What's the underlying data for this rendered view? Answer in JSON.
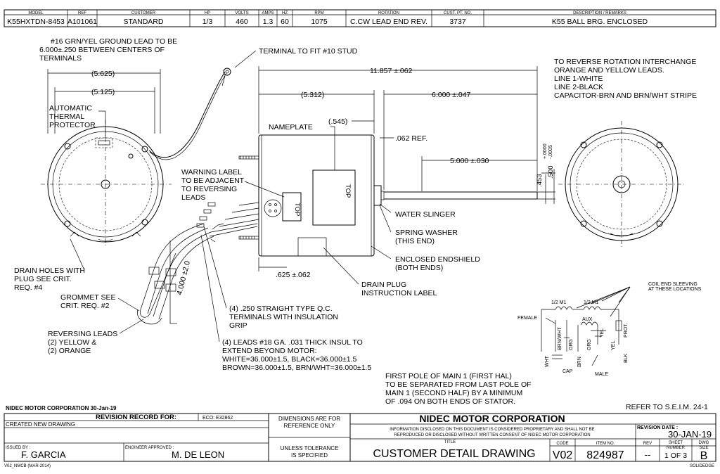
{
  "header": {
    "labels": [
      "MODEL",
      "REF",
      "CUSTOMER",
      "HP",
      "VOLTS",
      "AMPS",
      "HZ",
      "RPM",
      "ROTATION",
      "CUST. PT. NO.",
      "DESCRIPTION / REMARKS"
    ],
    "values": [
      "K55HXTDN-8453",
      "A101061",
      "STANDARD",
      "1/3",
      "460",
      "1.3",
      "60",
      "1075",
      "C.CW LEAD END REV.",
      "3737",
      "K55 BALL BRG. ENCLOSED"
    ]
  },
  "notes": {
    "ground_lead": [
      "#16 GRN/YEL GROUND LEAD TO BE",
      "6.000±.250 BETWEEN CENTERS OF",
      "TERMINALS"
    ],
    "terminal": "TERMINAL TO FIT #10 STUD",
    "reverse": [
      "TO REVERSE ROTATION INTERCHANGE",
      "ORANGE AND YELLOW LEADS.",
      "LINE 1-WHITE",
      "LINE 2-BLACK",
      "CAPACITOR-BRN AND BRN/WHT STRIPE"
    ],
    "thermal": [
      "AUTOMATIC",
      "THERMAL",
      "PROTECTOR"
    ],
    "nameplate": "NAMEPLATE",
    "warning": [
      "WARNING LABEL",
      "TO BE ADJACENT",
      "TO REVERSING",
      "LEADS"
    ],
    "water_slinger": "WATER SLINGER",
    "spring_washer": [
      "SPRING WASHER",
      "(THIS END)"
    ],
    "endshield": [
      "ENCLOSED ENDSHIELD",
      "(BOTH ENDS)"
    ],
    "drain_plug": [
      "DRAIN PLUG",
      "INSTRUCTION LABEL"
    ],
    "drain_holes": [
      "DRAIN HOLES WITH",
      "PLUG SEE CRIT.",
      "REQ. #4"
    ],
    "grommet": [
      "GROMMET SEE",
      "CRIT. REQ. #2"
    ],
    "reversing": [
      "REVERSING LEADS",
      "(2) YELLOW &",
      "(2) ORANGE"
    ],
    "qc": [
      "(4) .250 STRAIGHT TYPE Q.C.",
      "TERMINALS WITH INSULATION",
      "GRIP"
    ],
    "leads": [
      "(4) LEADS #18 GA. .031 THICK INSUL TO",
      "EXTEND BEYOND MOTOR:",
      "WHITE=36.000±1.5, BLACK=36.000±1.5",
      "BROWN=36.000±1.5, BRN/WHT=36.000±1.5"
    ],
    "first_pole": [
      "FIRST POLE OF MAIN 1 (FIRST HAL)",
      "TO BE SEPARATED FROM LAST POLE OF",
      "MAIN 1 (SECOND HALF) BY A MINIMUM",
      "OF .094 ON BOTH ENDS OF STATOR."
    ],
    "seim": "REFER TO S.E.I.M. 24-1",
    "top": "TOP"
  },
  "dims": {
    "d5625": "(5.625)",
    "d5125": "(5.125)",
    "d11857": "11.857 ±.062",
    "d5312": "(5.312)",
    "d6000": "6.000 ±.047",
    "d545": "(.545)",
    "d062": ".062 REF.",
    "d5000": "5.000 ±.030",
    "d453": ".453",
    "d500": ".500",
    "d500tol_a": "+.0000",
    "d500tol_b": "-.0005",
    "d625": ".625 ±.062",
    "d4000": "4.000 ±2.0"
  },
  "wiring": {
    "coil": [
      "COIL END SLEEVING",
      "AT THESE LOCATIONS"
    ],
    "female": "FEMALE",
    "main1": "1/2 M1",
    "main2": "1/2 M1",
    "aux": "AUX",
    "prot": "PROT.",
    "wht": "WHT",
    "brnwht": "BRN/WHT",
    "org": "ORG",
    "brn": "BRN",
    "org2": "ORG",
    "yel": "YEL",
    "yel2": "YEL.",
    "blk": "BLK",
    "cap": "CAP",
    "male": "MALE"
  },
  "title_block": {
    "company_date": "NIDEC MOTOR CORPORATION 30-Jan-19",
    "revision_record": "REVISION RECORD FOR:",
    "eco": "ECO: E32862",
    "created": "CREATED NEW DRAWING",
    "issued_by_label": "ISSUED BY :",
    "issued_by": "F. GARCIA",
    "engineer_label": "ENGINEER APPROVED :",
    "engineer": "M. DE LEON",
    "dims_ref": [
      "DIMENSIONS ARE FOR",
      "REFERENCE ONLY"
    ],
    "tolerance": [
      "UNLESS TOLERANCE",
      "IS SPECIFIED"
    ],
    "company": "NIDEC MOTOR CORPORATION",
    "proprietary": [
      "INFORMATION DISCLOSED ON THIS DOCUMENT IS CONSIDERED PROPRIETARY AND SHALL NOT BE",
      "REPRODUCED OR DISCLOSED WITHOUT WRITTEN CONSENT OF NIDEC MOTOR CORPORATION"
    ],
    "revision_date_label": "REVISION DATE :",
    "revision_date": "30-JAN-19",
    "title_label": "TITLE",
    "title": "CUSTOMER DETAIL DRAWING",
    "code_label": "CODE",
    "code": "V02",
    "item_label": "ITEM NO.",
    "item": "824987",
    "rev_label": "REV",
    "rev": "--",
    "sheet_label": [
      "SHEET",
      "NUMBER"
    ],
    "sheet": "1 OF 3",
    "dwg_label": [
      "DWG",
      "SIZE"
    ],
    "dwg": "B",
    "footer_left": "V02_NMCB (MAR-2014)",
    "footer_right": "SOLIDEDGE"
  }
}
